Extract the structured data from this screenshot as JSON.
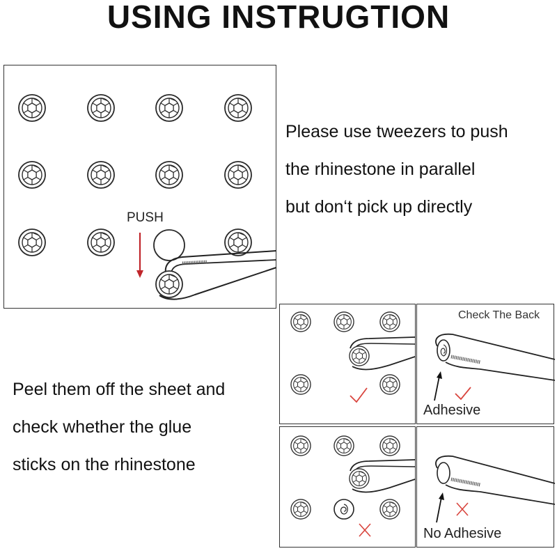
{
  "title": "USING INSTRUGTION",
  "step1": {
    "lines": [
      "Please use tweezers to push",
      "the rhinestone in parallel",
      "but don‘t pick up directly"
    ],
    "push_label": "PUSH"
  },
  "step2": {
    "lines": [
      "Peel them off the sheet and",
      "check whether the glue",
      "sticks on the rhinestone"
    ]
  },
  "check": {
    "header": "Check The Back",
    "adhesive_label": "Adhesive",
    "no_adhesive_label": "No Adhesive"
  },
  "colors": {
    "arrow": "#c0262b",
    "check_mark": "#d9453e",
    "line": "#333333"
  }
}
